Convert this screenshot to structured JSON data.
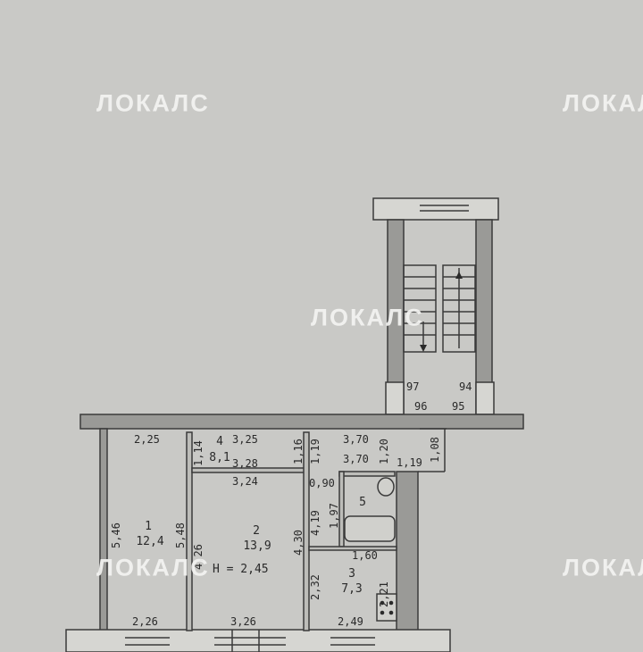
{
  "watermark": "ЛОКАЛС",
  "colors": {
    "paper": "#c9c9c6",
    "wall": "#9a9a97",
    "line": "#3a3a3a",
    "text": "#2a2a2a",
    "watermark": "#f4f4f2"
  },
  "rooms": [
    {
      "number": "1",
      "area": "12,4"
    },
    {
      "number": "2",
      "area": "13,9"
    },
    {
      "number": "3",
      "area": "7,3"
    },
    {
      "number": "4",
      "area": "8,1"
    },
    {
      "number": "5",
      "area": ""
    }
  ],
  "ceiling_height": "Н = 2,45",
  "dimensions": {
    "r1_top": "2,25",
    "r1_bottom": "2,26",
    "r1_left": "5,46",
    "r1_right": "5,48",
    "r4_top": "3,25",
    "r4_bottom": "3,28",
    "r4_side": "1,14",
    "r2_top": "3,24",
    "r2_bottom": "3,26",
    "r2_left": "4,26",
    "r2_right": "4,30",
    "hall_top": "3,70",
    "hall_bottom": "3,70",
    "hall_h1": "1,16",
    "hall_h2": "1,19",
    "hall_h3": "1,20",
    "hall_h4": "1,08",
    "hall_w": "1,19",
    "bath_top": "0,90",
    "bath_h": "1,97",
    "bath_w": "1,60",
    "bath_side": "4,19",
    "kit_left": "2,32",
    "kit_right": "2,21",
    "kit_bottom": "2,49",
    "stair_l": "97",
    "stair_r": "94",
    "stair_bl": "96",
    "stair_br": "95"
  }
}
